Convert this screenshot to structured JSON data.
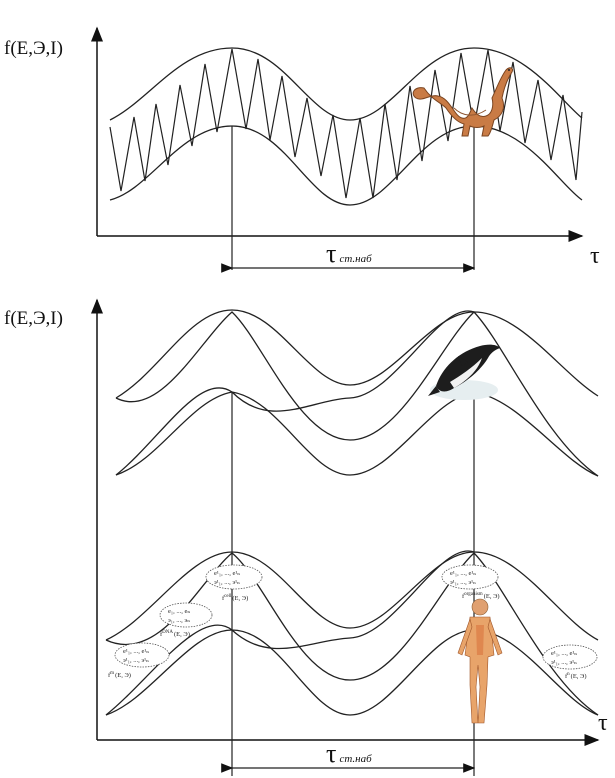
{
  "panel_top": {
    "ylabel": "f(E,Э,I)",
    "xlabel": "τ",
    "interval_label_main": "τ",
    "interval_label_sub": "ст.наб"
  },
  "panel_bottom": {
    "ylabel": "f(E,Э,I)",
    "xlabel": "τ",
    "interval_label_main": "τ",
    "interval_label_sub": "ст.наб",
    "state_labels": [
      {
        "sym": "f",
        "sup": "cell",
        "args": "(E, Э)"
      },
      {
        "sym": "f",
        "sup": "DNA",
        "args": "(E, Э)"
      },
      {
        "sym": "f",
        "sup": "m",
        "args": "(E, Э)"
      },
      {
        "sym": "f",
        "sup": "organism",
        "args": "(E, Э)"
      },
      {
        "sym": "f",
        "sup": "n",
        "args": "(E, Э)"
      }
    ]
  },
  "illustrations": {
    "top": "dinosaur-illustration",
    "middle": "dolphin-illustration",
    "bottom": "human-figure-illustration"
  }
}
